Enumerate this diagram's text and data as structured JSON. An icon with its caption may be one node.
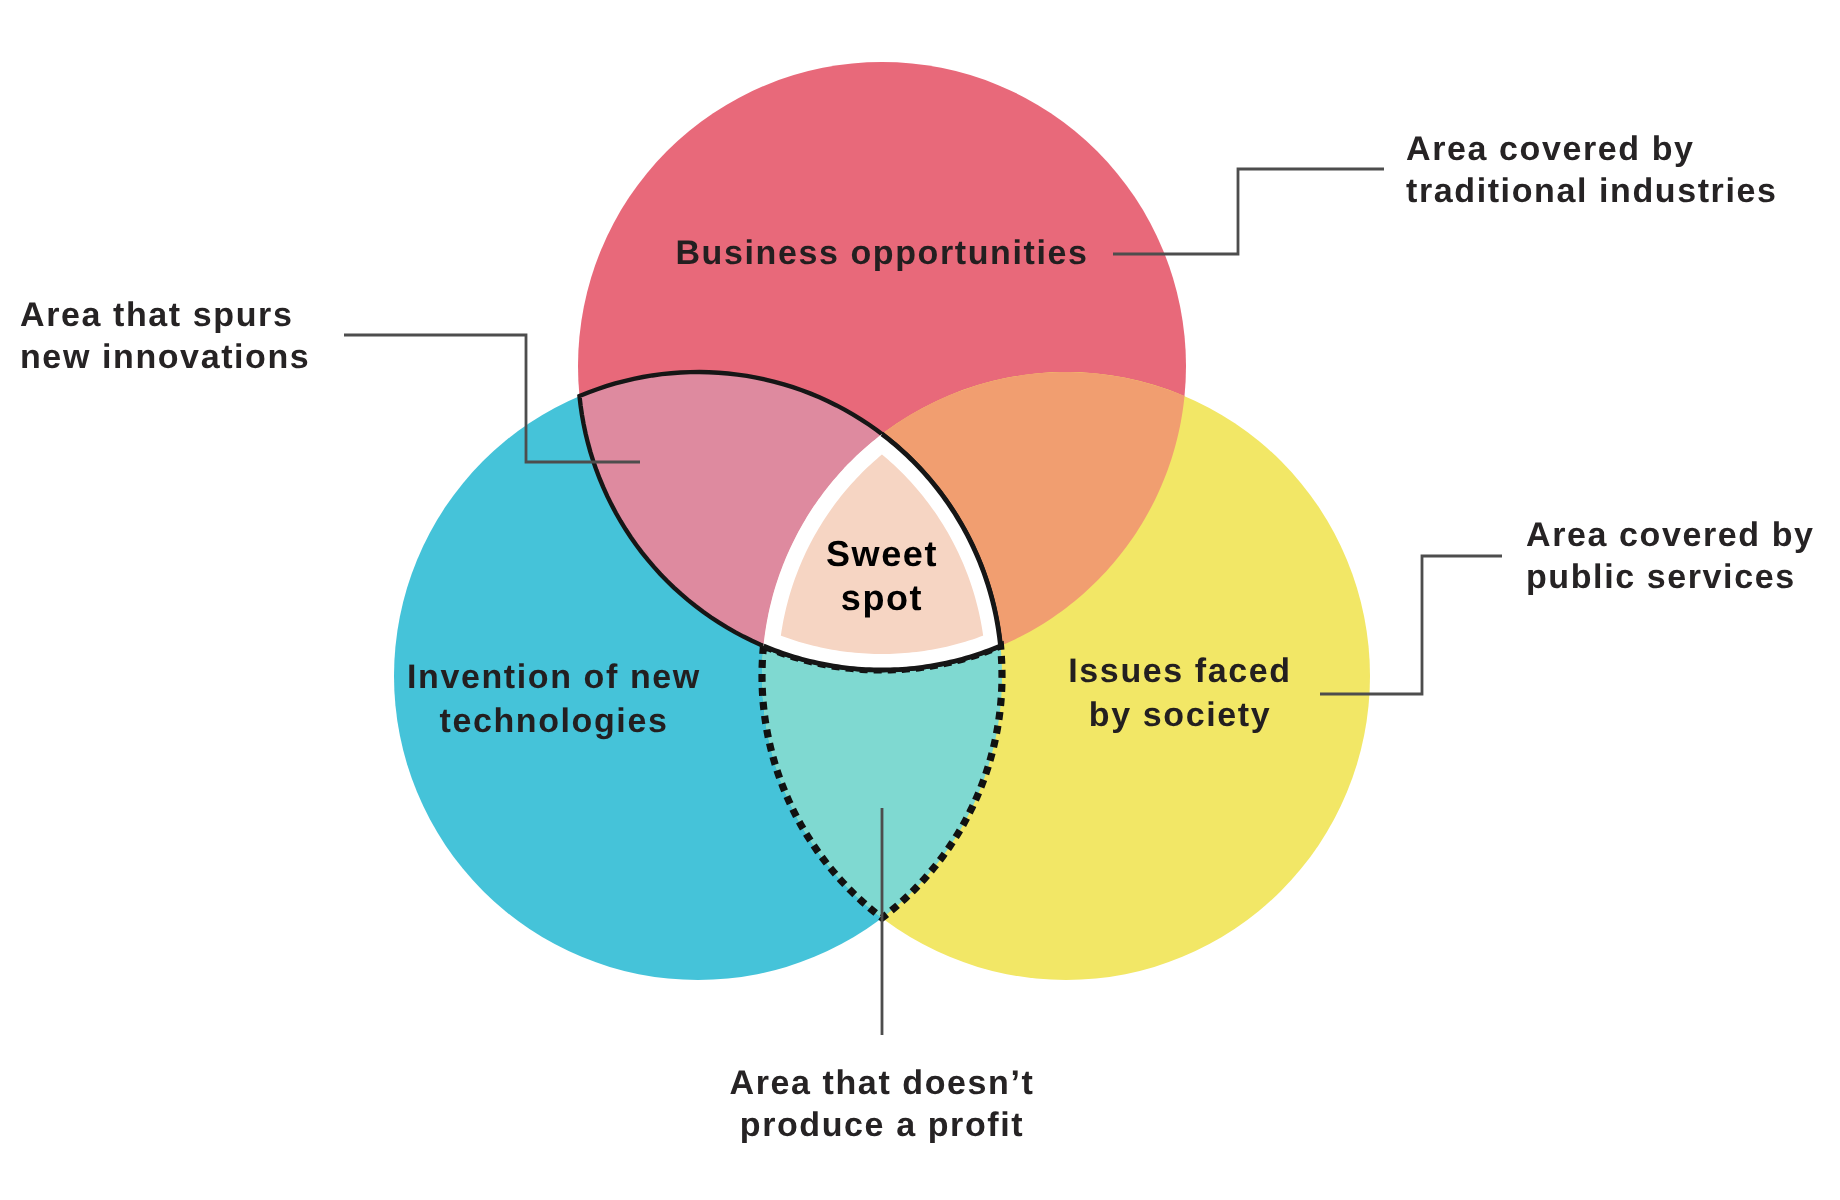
{
  "diagram": {
    "nodes": [
      {
        "text": [
          "Area covered by traditional industries"
        ]
      },
      {
        "text": [
          "Business opportunities"
        ]
      },
      {
        "text": [
          "Area that spurs new innovations"
        ]
      },
      {
        "text": [],
        "shape": "lens"
      },
      {
        "text": [],
        "shape": "lens"
      },
      {
        "text": [
          "Area covered by public services"
        ]
      },
      {
        "text": [
          "Sweet spot"
        ],
        "in": 3
      },
      {
        "text": [
          "Invention of new technologies"
        ]
      },
      {
        "text": [
          "Issues faced by society"
        ]
      },
      {
        "text": [],
        "shape": "lens"
      },
      {
        "text": [
          "Area that doesn’t produce a profit"
        ]
      }
    ],
    "edges": [
      {
        "from": 0,
        "to": 1,
        "arrow": "none"
      },
      {
        "from": 2,
        "to": 3,
        "arrow": "none"
      },
      {
        "from": 5,
        "to": 8,
        "arrow": "none"
      },
      {
        "from": 10,
        "to": 9,
        "arrow": "none"
      }
    ]
  }
}
